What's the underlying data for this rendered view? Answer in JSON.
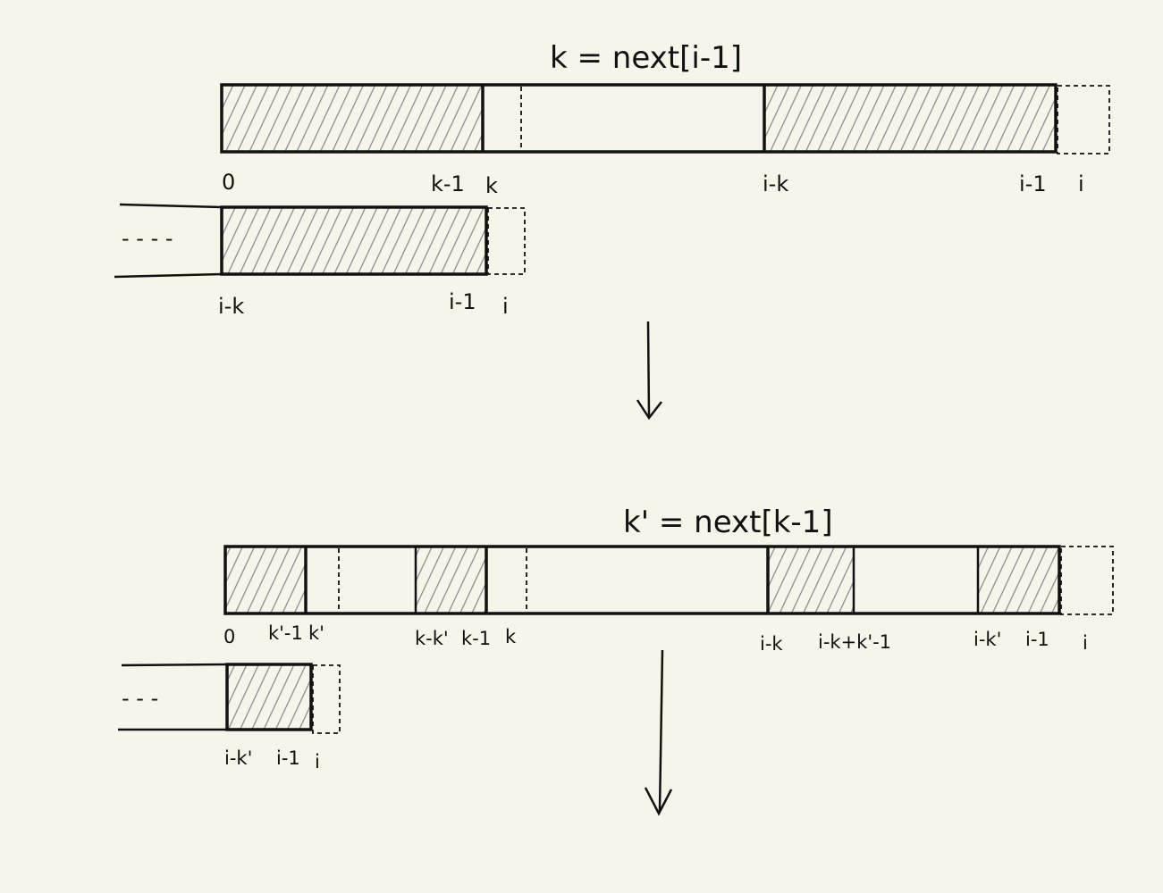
{
  "diagram": {
    "step1": {
      "title": "k = next[i-1]",
      "top_labels": {
        "zero": "0",
        "k_minus_1": "k-1",
        "k": "k",
        "i_minus_k": "i-k",
        "i_minus_1": "i-1",
        "i": "i"
      },
      "bottom_labels": {
        "dots": "- - - -",
        "i_minus_k": "i-k",
        "i_minus_1": "i-1",
        "i": "i"
      }
    },
    "step2": {
      "title": "k' = next[k-1]",
      "top_labels": {
        "zero": "0",
        "kp_minus_1": "k'-1",
        "kp": "k'",
        "k_minus_kp": "k-k'",
        "k_minus_1": "k-1",
        "k": "k",
        "i_minus_k": "i-k",
        "i_minus_k_plus_kp_minus_1": "i-k+k'-1",
        "i_minus_kp": "i-k'",
        "i_minus_1": "i-1",
        "i": "i"
      },
      "bottom_labels": {
        "dots": "- - -",
        "i_minus_kp": "i-k'",
        "i_minus_1": "i-1",
        "i": "i"
      }
    }
  }
}
